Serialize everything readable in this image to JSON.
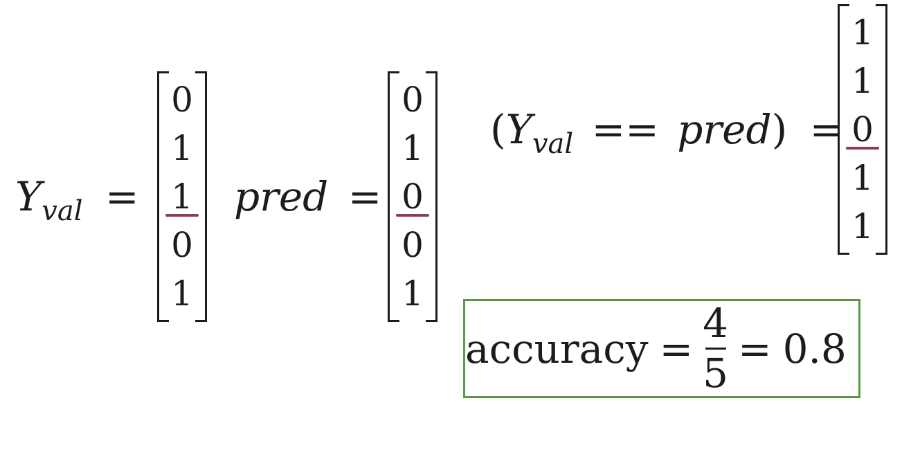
{
  "colors": {
    "highlight": "#8b3a5e",
    "box_border": "#5a9a46"
  },
  "y_val": {
    "symbol": "Y",
    "subscript": "val",
    "equals": "=",
    "values": [
      "0",
      "1",
      "1",
      "0",
      "1"
    ],
    "highlight_index": 2
  },
  "pred": {
    "symbol": "pred",
    "equals": "=",
    "values": [
      "0",
      "1",
      "0",
      "0",
      "1"
    ],
    "highlight_index": 2
  },
  "comparison": {
    "open": "(",
    "symbol": "Y",
    "subscript": "val",
    "operator": "==",
    "rhs": "pred",
    "close": ")",
    "equals": "=",
    "values": [
      "1",
      "1",
      "0",
      "1",
      "1"
    ],
    "highlight_index": 2
  },
  "accuracy": {
    "label": "accuracy",
    "equals": "=",
    "numerator": "4",
    "denominator": "5",
    "equals2": "=",
    "result": "0.8"
  }
}
